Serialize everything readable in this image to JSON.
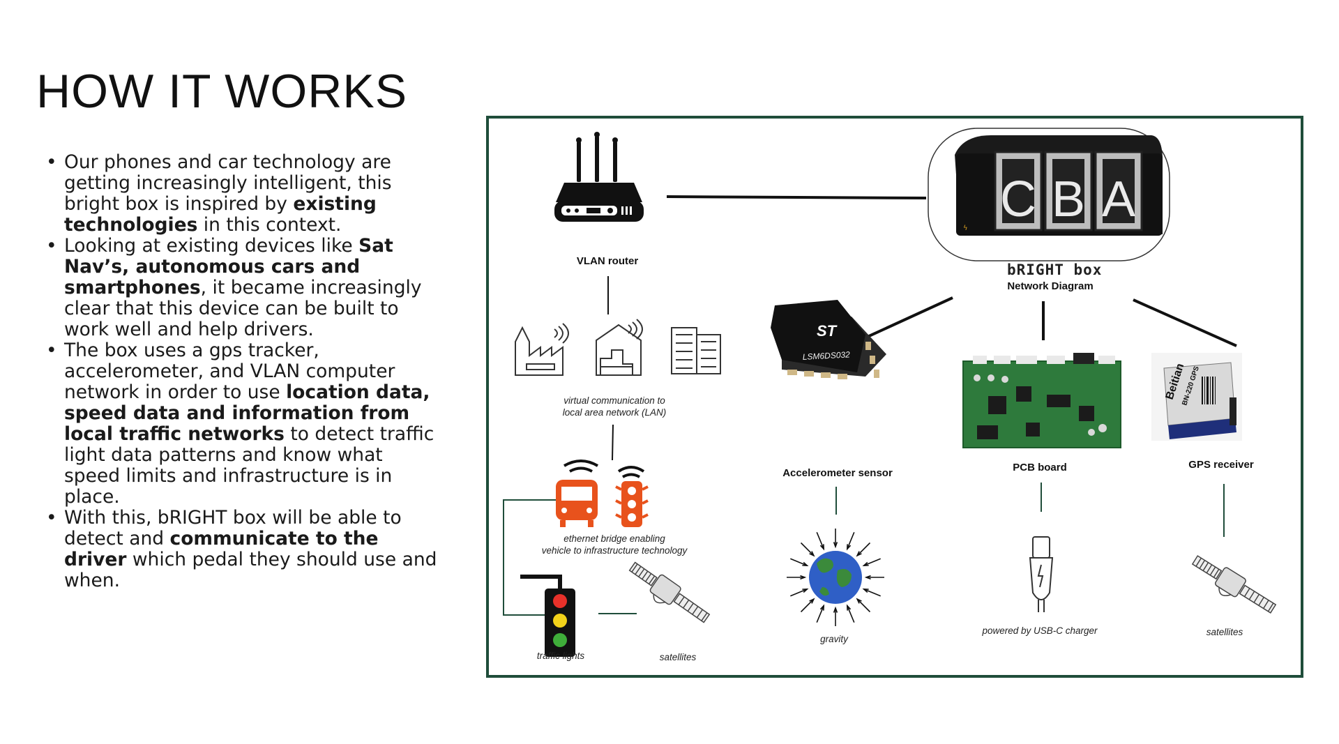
{
  "slide": {
    "title": "HOW IT WORKS",
    "bullets": [
      {
        "parts": [
          {
            "t": "Our phones and car technology are getting increasingly intelligent, this bright box is inspired by ",
            "b": false
          },
          {
            "t": "existing technologies",
            "b": true
          },
          {
            "t": " in this context.",
            "b": false
          }
        ]
      },
      {
        "parts": [
          {
            "t": "Looking at existing devices like ",
            "b": false
          },
          {
            "t": "Sat Nav’s, autonomous cars and smartphones",
            "b": true
          },
          {
            "t": ", it became increasingly clear that this device can be built to work well and help drivers.",
            "b": false
          }
        ]
      },
      {
        "parts": [
          {
            "t": "The box uses a gps tracker, accelerometer, and VLAN computer network in order to use ",
            "b": false
          },
          {
            "t": "location data, speed data and information from local traffic networks",
            "b": true
          },
          {
            "t": " to detect traffic light data patterns and know what speed limits and infrastructure is in place.",
            "b": false
          }
        ]
      },
      {
        "parts": [
          {
            "t": "With this, bRIGHT box will be able to detect and ",
            "b": false
          },
          {
            "t": "communicate to the driver",
            "b": true
          },
          {
            "t": " which pedal they should use and when.",
            "b": false
          }
        ]
      }
    ]
  },
  "diagram": {
    "box_letters": [
      "C",
      "B",
      "A"
    ],
    "brand": "bRIGHT box",
    "subtitle": "Network Diagram",
    "router_label": "VLAN router",
    "lan_caption": [
      "virtual communication to",
      "local area network (LAN)"
    ],
    "bridge_caption": [
      "ethernet bridge enabling",
      "vehicle to infrastructure technology"
    ],
    "traffic_caption": "traffic lights",
    "satellites_left_caption": "satellites",
    "accel_label": "Accelerometer sensor",
    "chip_text": "LSM6DS032",
    "chip_logo": "ST",
    "gravity_caption": "gravity",
    "pcb_label": "PCB board",
    "usb_caption": "powered by USB-C charger",
    "gps_label": "GPS receiver",
    "gps_module_text": "Beitian",
    "gps_module_model": "BN-220 GPS",
    "satellites_right_caption": "satellites",
    "colors": {
      "border": "#1f4d3a",
      "orange": "#e8521c",
      "pcb_green": "#2e7a3c",
      "red": "#e8312a",
      "yellow": "#f2d21a",
      "green": "#3fae3a"
    }
  }
}
